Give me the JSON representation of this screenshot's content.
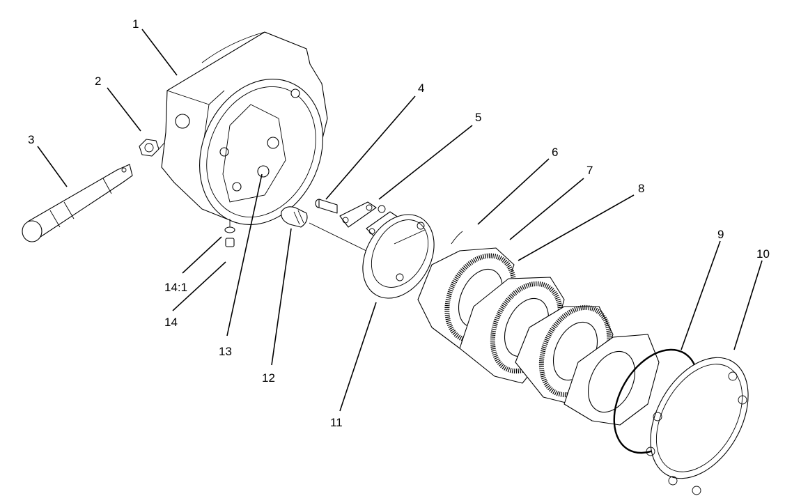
{
  "callouts": [
    {
      "id": "c1",
      "label": "1"
    },
    {
      "id": "c2",
      "label": "2"
    },
    {
      "id": "c3",
      "label": "3"
    },
    {
      "id": "c4",
      "label": "4"
    },
    {
      "id": "c5",
      "label": "5"
    },
    {
      "id": "c6",
      "label": "6"
    },
    {
      "id": "c7",
      "label": "7"
    },
    {
      "id": "c8",
      "label": "8"
    },
    {
      "id": "c9",
      "label": "9"
    },
    {
      "id": "c10",
      "label": "10"
    },
    {
      "id": "c11",
      "label": "11"
    },
    {
      "id": "c12",
      "label": "12"
    },
    {
      "id": "c13",
      "label": "13"
    },
    {
      "id": "c14",
      "label": "14"
    },
    {
      "id": "c14-1",
      "label": "14:1"
    }
  ]
}
